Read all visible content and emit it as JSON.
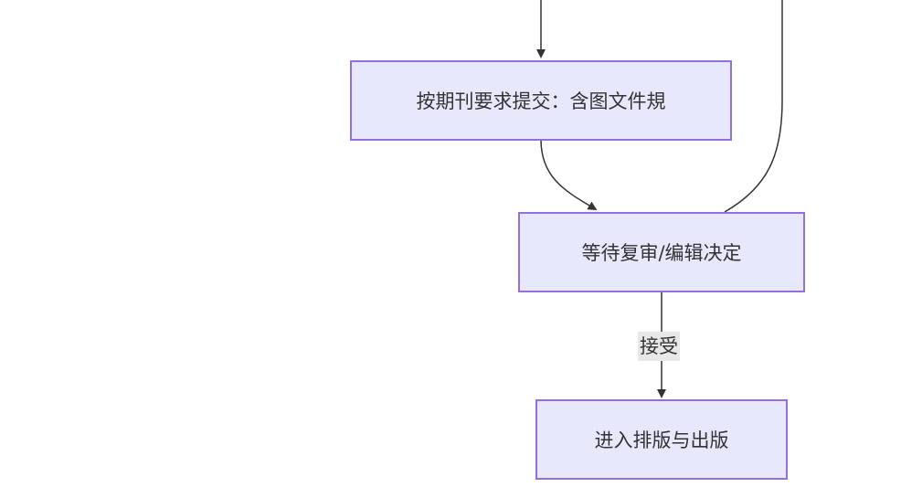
{
  "diagram": {
    "type": "flowchart",
    "colors": {
      "node_fill": "#e8e8fd",
      "node_border": "#9370db",
      "edge": "#333333",
      "label_bg": "#e8e8e8",
      "text": "#333333"
    },
    "nodes": [
      {
        "id": "submit",
        "label": "按期刊要求提交：含图文件規"
      },
      {
        "id": "wait",
        "label": "等待复审/编辑决定"
      },
      {
        "id": "publish",
        "label": "进入排版与出版"
      }
    ],
    "edges": [
      {
        "from": "above",
        "to": "submit",
        "label": ""
      },
      {
        "from": "submit",
        "to": "wait",
        "label": ""
      },
      {
        "from": "wait",
        "to": "above-right",
        "label": ""
      },
      {
        "from": "wait",
        "to": "publish",
        "label": "接受"
      }
    ]
  }
}
